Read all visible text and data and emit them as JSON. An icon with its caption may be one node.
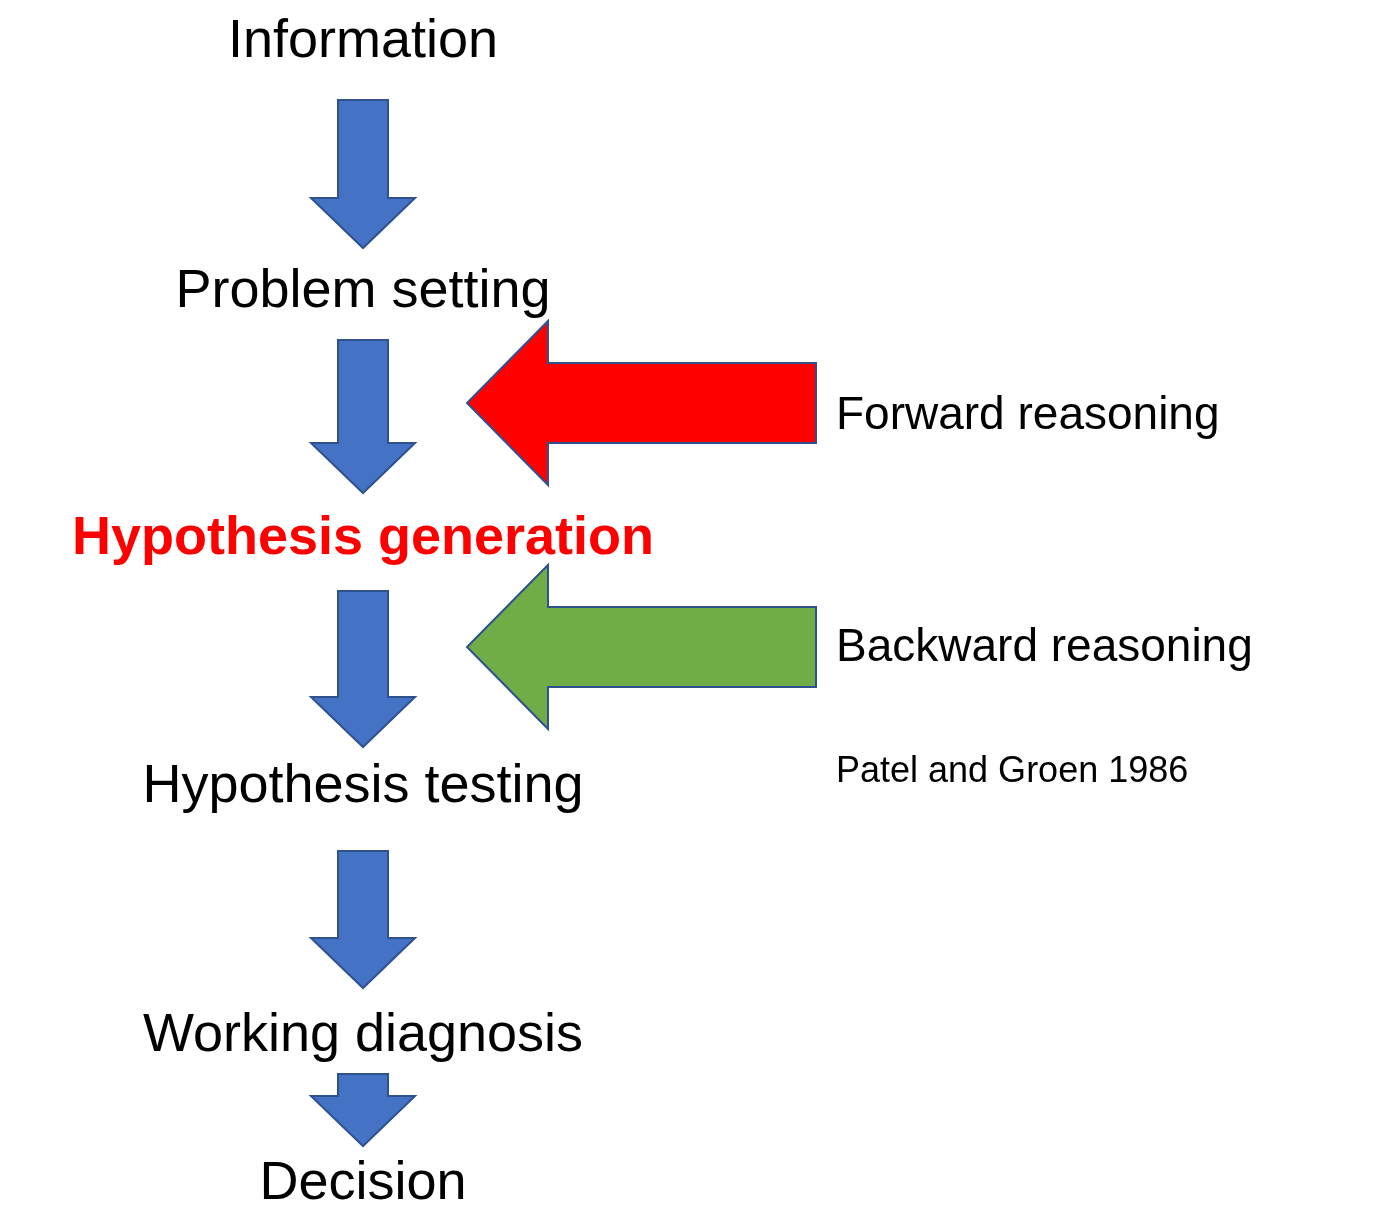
{
  "diagram": {
    "nodes": [
      {
        "text": [
          "Information"
        ]
      },
      {
        "text": [
          "Problem setting"
        ]
      },
      {
        "text": [
          "Hypothesis generation"
        ]
      },
      {
        "text": [
          "Hypothesis testing"
        ]
      },
      {
        "text": [
          "Working diagnosis"
        ]
      },
      {
        "text": [
          "Decision"
        ]
      },
      {
        "text": [
          "Forward reasoning"
        ]
      },
      {
        "text": [
          "Backward reasoning"
        ]
      }
    ],
    "edges": [
      {
        "from": 0,
        "to": 1,
        "arrow": "to"
      },
      {
        "from": 1,
        "to": 2,
        "arrow": "to"
      },
      {
        "from": 2,
        "to": 3,
        "arrow": "to"
      },
      {
        "from": 3,
        "to": 4,
        "arrow": "to"
      },
      {
        "from": 4,
        "to": 5,
        "arrow": "to"
      },
      {
        "from": 6,
        "to": null,
        "arrow": "to",
        "style": "thick",
        "color": "#ff0000"
      },
      {
        "from": 7,
        "to": null,
        "arrow": "to",
        "style": "thick",
        "color": "#70ad47"
      }
    ],
    "labels": [
      "Patel and Groen 1986"
    ]
  }
}
